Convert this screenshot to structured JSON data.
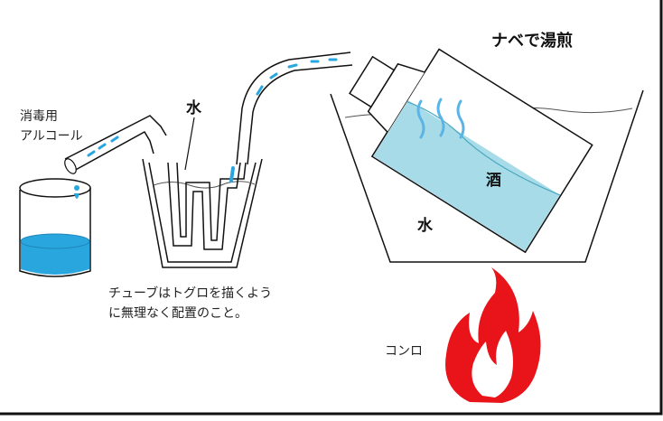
{
  "labels": {
    "title": "ナベで湯煎",
    "disinfectant_line1": "消毒用",
    "disinfectant_line2": "アルコール",
    "water_left": "水",
    "water_right": "水",
    "sake": "酒",
    "note_line1": "チューブはトグロを描くよう",
    "note_line2": "に無理なく配置のこと。",
    "stove": "コンロ"
  },
  "colors": {
    "liquid_blue": "#2aa6df",
    "sake_fill": "#a8dbe8",
    "flame_red": "#e8141a",
    "steam_blue": "#5ab4e6",
    "line": "#111111"
  }
}
